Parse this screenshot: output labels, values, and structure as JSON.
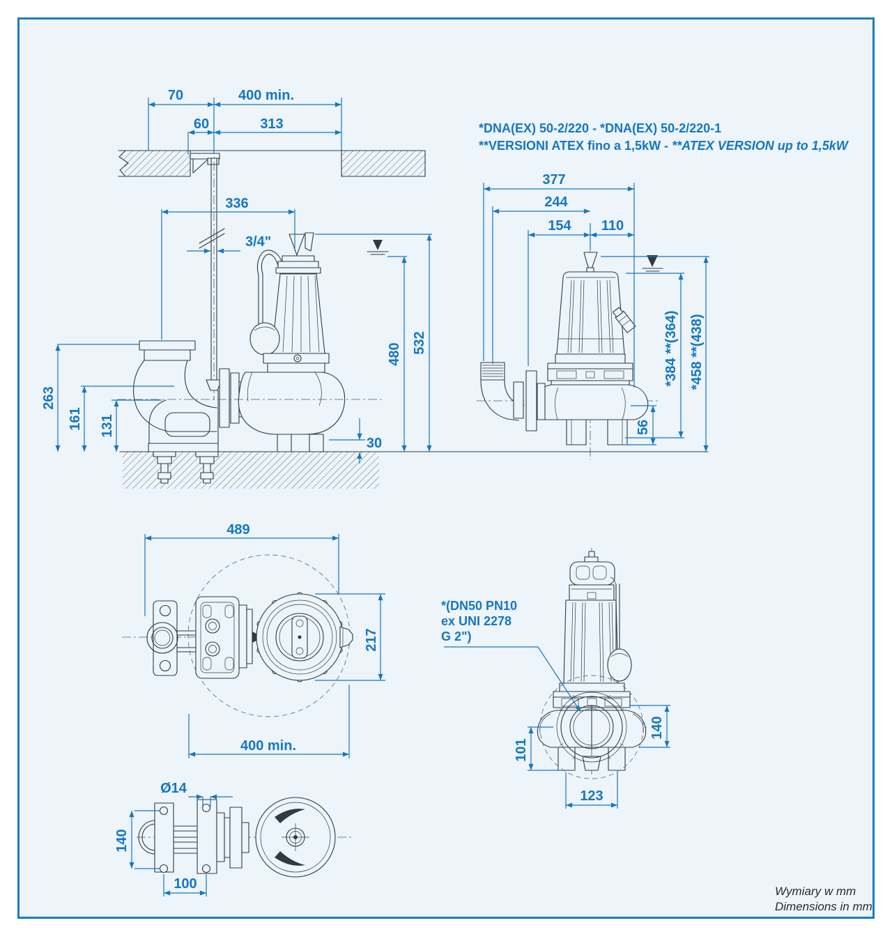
{
  "page": {
    "background": "#ffffff",
    "canvas_background": "#edf4fa",
    "frame_color": "#1a7dc4",
    "dimension_color": "#1577c2",
    "drawing_line_color": "#2e3b44"
  },
  "header_note": {
    "line1": "*DNA(EX) 50-2/220 - *DNA(EX) 50-2/220-1",
    "line2_regular": "**VERSIONI ATEX fino a 1,5kW - ",
    "line2_italic": "**ATEX VERSION up to 1,5kW"
  },
  "discharge_note": {
    "line1": "*(DN50 PN10",
    "line2": "ex UNI 2278",
    "line3": "G 2\")"
  },
  "units_note": {
    "line1": "Wymiary w mm",
    "line2": "Dimensions in mm"
  },
  "installation_view": {
    "dims": {
      "pit_edge_offset": "70",
      "pit_width": "400 min.",
      "bracket_offset": "60",
      "rail_to_wall": "313",
      "guide_to_hook": "336",
      "guide_pipe_size": "3/4\"",
      "discharge_height": "263",
      "outlet_center_height": "161",
      "base_height": "131",
      "bottom_gap": "30",
      "water_level_min": "480",
      "installation_depth": "532"
    }
  },
  "front_view": {
    "dims": {
      "overall_width": "377",
      "body_width": "244",
      "center_to_left": "154",
      "center_to_right": "110",
      "motor_height": "*384 **(364)",
      "overall_height": "*458 **(438)",
      "foot_height": "56"
    }
  },
  "top_view": {
    "dims": {
      "overall_length": "489",
      "volute_width": "217",
      "service_clearance": "400 min."
    }
  },
  "front_view_2": {
    "dims": {
      "suction_height": "101",
      "volute_height": "140",
      "foot_spread": "123"
    }
  },
  "base_view": {
    "dims": {
      "hole_diameter": "Ø14",
      "bolt_spacing_y": "140",
      "bolt_spacing_x": "100"
    }
  }
}
